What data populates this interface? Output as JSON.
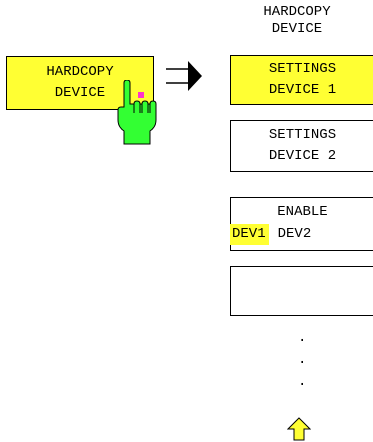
{
  "left_softkey": {
    "line1": "HARDCOPY",
    "line2": "DEVICE"
  },
  "menu_title": {
    "line1": "HARDCOPY",
    "line2": "DEVICE"
  },
  "softkeys": [
    {
      "line1": "SETTINGS",
      "line2": "DEVICE 1"
    },
    {
      "line1": "SETTINGS",
      "line2": "DEVICE 2"
    },
    {
      "line1": "ENABLE",
      "opt1": "DEV1",
      "opt2": "DEV2",
      "selected": "DEV1"
    },
    {
      "line1": "",
      "line2": ""
    }
  ],
  "continuation_dots": [
    ".",
    ".",
    "."
  ],
  "icons": {
    "arrow": "right-arrow-icon",
    "hand": "pointing-hand-icon",
    "up": "up-arrow-icon"
  },
  "colors": {
    "highlight": "#ffff33",
    "hand": "#33ff33",
    "hand_tip": "#ff33cc"
  }
}
